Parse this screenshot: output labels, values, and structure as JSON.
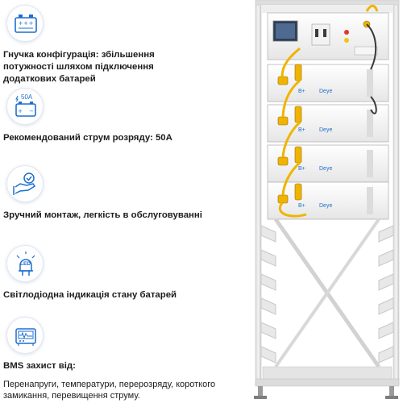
{
  "features": [
    {
      "icon": "battery-config-icon",
      "text": "Гнучка конфігурація: збільшення потужності шляхом підключення додаткових батарей"
    },
    {
      "icon": "battery-50a-icon",
      "badge": "50A",
      "text": "Рекомендований струм розряду: 50А"
    },
    {
      "icon": "hand-check-icon",
      "text": "Зручний монтаж, легкість в обслуговуванні"
    },
    {
      "icon": "led-icon",
      "badge": "LED",
      "text": "Світлодіодна індикація стану батарей"
    },
    {
      "icon": "bms-protection-icon",
      "text": "BMS захист від:",
      "subtext": "Перенапруги, температури, перерозряду, короткого замикання, перевищення струму."
    }
  ],
  "product": {
    "brand_label": "Deye",
    "terminal_label": "B+",
    "modules": 4,
    "accent_color": "#1d6fd0",
    "cable_color": "#f0b400"
  }
}
